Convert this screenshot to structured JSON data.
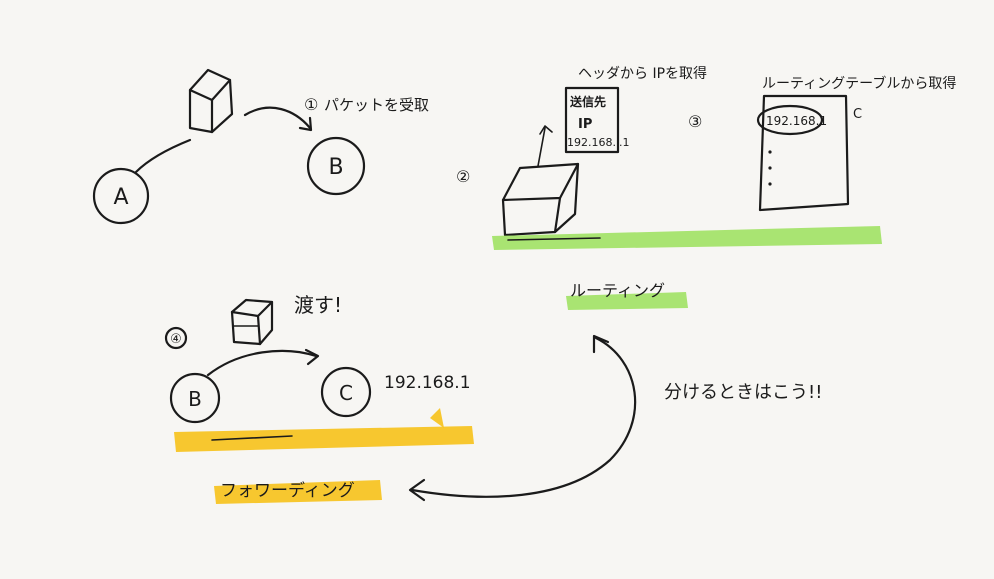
{
  "step1": {
    "number": "①",
    "label": "パケットを受取",
    "node_a": "A",
    "node_b": "B"
  },
  "step2": {
    "number": "②",
    "header_caption": "ヘッダから IPを取得",
    "packet_text_1": "送信先",
    "packet_text_2": "IP",
    "packet_text_3": "192.168.",
    "packet_text_4": ".1"
  },
  "step3": {
    "number": "③",
    "caption": "ルーティングテーブルから取得",
    "table_entry": "192.168.1",
    "table_label": "C"
  },
  "routing": {
    "label": "ルーティング",
    "highlight_color": "#9be05a"
  },
  "step4": {
    "number": "④",
    "pass_label": "渡す!",
    "node_b": "B",
    "node_c": "C",
    "ip": "192.168.1"
  },
  "forwarding": {
    "label": "フォワーディング",
    "highlight_color": "#f6c21a"
  },
  "comparison_note": "分けるときはこう!!"
}
